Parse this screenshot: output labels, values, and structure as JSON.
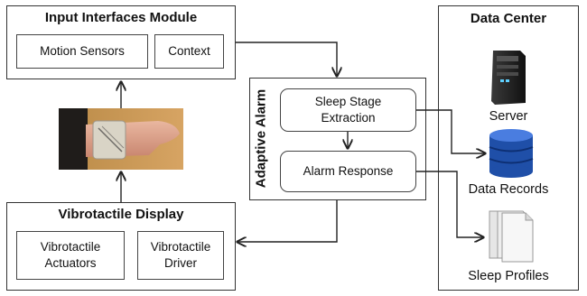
{
  "input_module": {
    "title": "Input Interfaces Module",
    "motion_sensors": "Motion Sensors",
    "context": "Context"
  },
  "vibro_display": {
    "title": "Vibrotactile Display",
    "actuators": "Vibrotactile Actuators",
    "driver": "Vibrotactile Driver"
  },
  "adaptive_alarm": {
    "title": "Adaptive Alarm",
    "sleep_stage": "Sleep Stage Extraction",
    "alarm_response": "Alarm Response"
  },
  "data_center": {
    "title": "Data Center",
    "server": "Server",
    "data_records": "Data Records",
    "sleep_profiles": "Sleep Profiles"
  },
  "icons": [
    "wrist-photo",
    "server-icon",
    "database-icon",
    "documents-icon"
  ]
}
